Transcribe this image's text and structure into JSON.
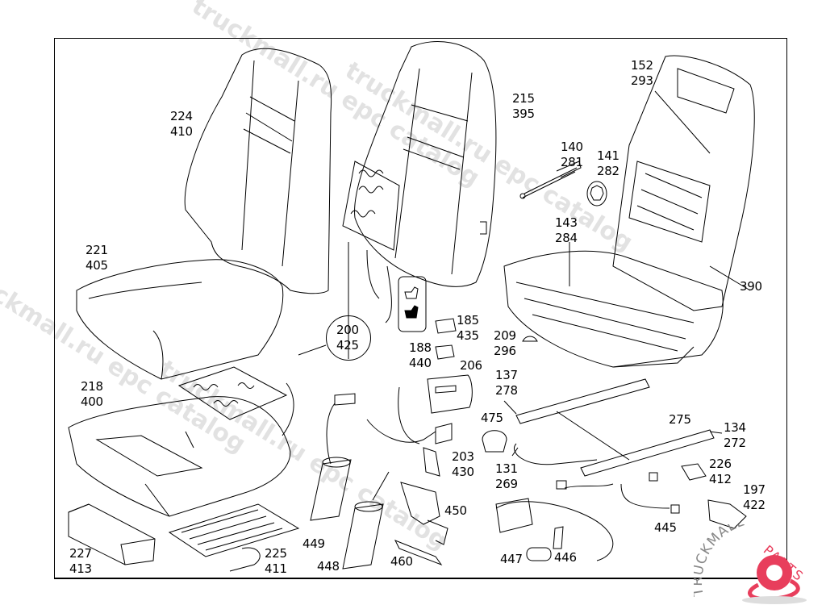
{
  "diagram": {
    "title": "Seat assembly exploded view",
    "watermarks": [
      "truckmall.ru epc catalog",
      "truckmall.ru epc catalog",
      "truckmall.ru epc catalog",
      "truckmall.ru epc catalog"
    ],
    "logo": {
      "text_main": "TRUCKMALL",
      "text_accent": "PARTS",
      "accent_color": "#e83e5c"
    },
    "callouts": [
      {
        "id": "c224",
        "lines": [
          "224",
          "410"
        ],
        "part": "backrest-cover-left"
      },
      {
        "id": "c221",
        "lines": [
          "221",
          "405"
        ],
        "part": "seat-cushion-cover"
      },
      {
        "id": "c215",
        "lines": [
          "215",
          "395"
        ],
        "part": "backrest-cover-right"
      },
      {
        "id": "c152",
        "lines": [
          "152",
          "293"
        ],
        "part": "backrest-frame"
      },
      {
        "id": "c140",
        "lines": [
          "140",
          "281"
        ],
        "part": "gas-spring"
      },
      {
        "id": "c141",
        "lines": [
          "141",
          "282"
        ],
        "part": "star-washer"
      },
      {
        "id": "c143",
        "lines": [
          "143",
          "284"
        ],
        "part": "seat-base-frame"
      },
      {
        "id": "c390",
        "lines": [
          "390"
        ],
        "part": "frame-bracket"
      },
      {
        "id": "c200",
        "lines": [
          "200",
          "425"
        ],
        "part": "heating-mat-backrest"
      },
      {
        "id": "c185",
        "lines": [
          "185",
          "435"
        ],
        "part": "heating-switch"
      },
      {
        "id": "c188",
        "lines": [
          "188",
          "440"
        ],
        "part": "switch-cap"
      },
      {
        "id": "c206",
        "lines": [
          "206"
        ],
        "part": "switch-housing"
      },
      {
        "id": "c209",
        "lines": [
          "209",
          "296"
        ],
        "part": "clip"
      },
      {
        "id": "c137",
        "lines": [
          "137",
          "278"
        ],
        "part": "seat-rail-left"
      },
      {
        "id": "c218",
        "lines": [
          "218",
          "400"
        ],
        "part": "seat-cushion"
      },
      {
        "id": "c475",
        "lines": [
          "475"
        ],
        "part": "plug"
      },
      {
        "id": "c275",
        "lines": [
          "275"
        ],
        "part": "seat-rail-middle"
      },
      {
        "id": "c134",
        "lines": [
          "134",
          "272"
        ],
        "part": "seat-rail-right"
      },
      {
        "id": "c131",
        "lines": [
          "131",
          "269"
        ],
        "part": "adjuster-bar"
      },
      {
        "id": "c203",
        "lines": [
          "203",
          "430"
        ],
        "part": "connector-housing"
      },
      {
        "id": "c226",
        "lines": [
          "226",
          "412"
        ],
        "part": "control-switch"
      },
      {
        "id": "c197",
        "lines": [
          "197",
          "422"
        ],
        "part": "control-unit"
      },
      {
        "id": "c450",
        "lines": [
          "450"
        ],
        "part": "bracket"
      },
      {
        "id": "c445",
        "lines": [
          "445"
        ],
        "part": "wiring-harness"
      },
      {
        "id": "c449",
        "lines": [
          "449"
        ],
        "part": "motor"
      },
      {
        "id": "c227",
        "lines": [
          "227",
          "413"
        ],
        "part": "thigh-cushion"
      },
      {
        "id": "c225",
        "lines": [
          "225",
          "411"
        ],
        "part": "heating-mat-seat"
      },
      {
        "id": "c448",
        "lines": [
          "448"
        ],
        "part": "motor-second"
      },
      {
        "id": "c460",
        "lines": [
          "460"
        ],
        "part": "cable-tie-bracket"
      },
      {
        "id": "c447",
        "lines": [
          "447"
        ],
        "part": "grommet"
      },
      {
        "id": "c446",
        "lines": [
          "446"
        ],
        "part": "cover-cap"
      }
    ]
  }
}
